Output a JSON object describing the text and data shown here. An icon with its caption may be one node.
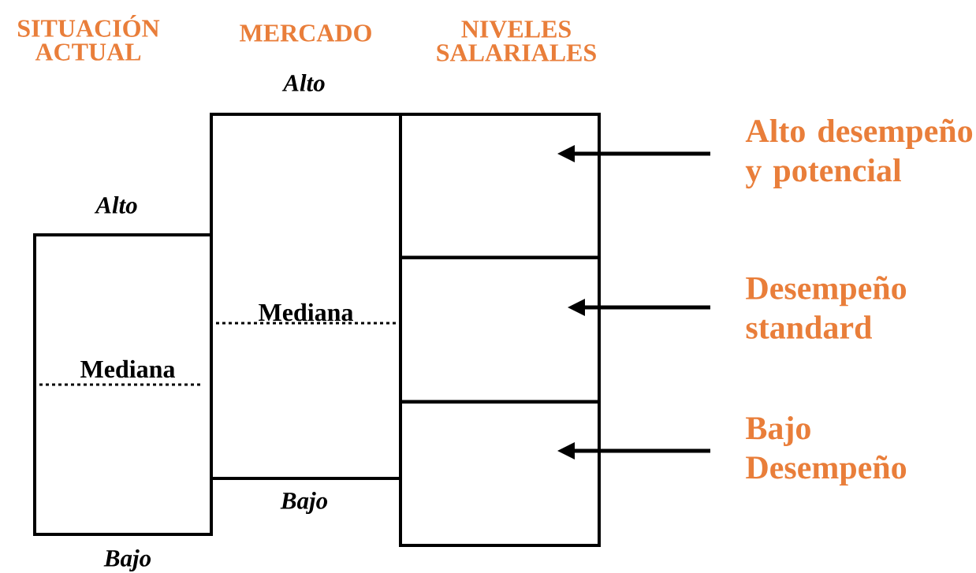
{
  "diagram": {
    "nodes": [
      {
        "text": [
          "Mediana"
        ],
        "beside": [
          "Alto",
          "Bajo"
        ]
      },
      {
        "text": [
          "Mediana"
        ],
        "beside": [
          "Alto",
          "Bajo"
        ]
      },
      {
        "text": [],
        "shape": "box"
      },
      {
        "text": [],
        "shape": "box"
      },
      {
        "text": [],
        "shape": "box"
      },
      {
        "text": [
          "Alto desempeño y potencial"
        ]
      },
      {
        "text": [
          "Desempeño standard"
        ]
      },
      {
        "text": [
          "Bajo Desempeño"
        ]
      }
    ],
    "edges": [
      {
        "from": 5,
        "to": 2,
        "arrow": "to"
      },
      {
        "from": 6,
        "to": 3,
        "arrow": "to"
      },
      {
        "from": 7,
        "to": 4,
        "arrow": "to"
      }
    ],
    "labels": [
      "SITUACIÓN ACTUAL",
      "MERCADO",
      "NIVELES SALARIALES"
    ]
  }
}
